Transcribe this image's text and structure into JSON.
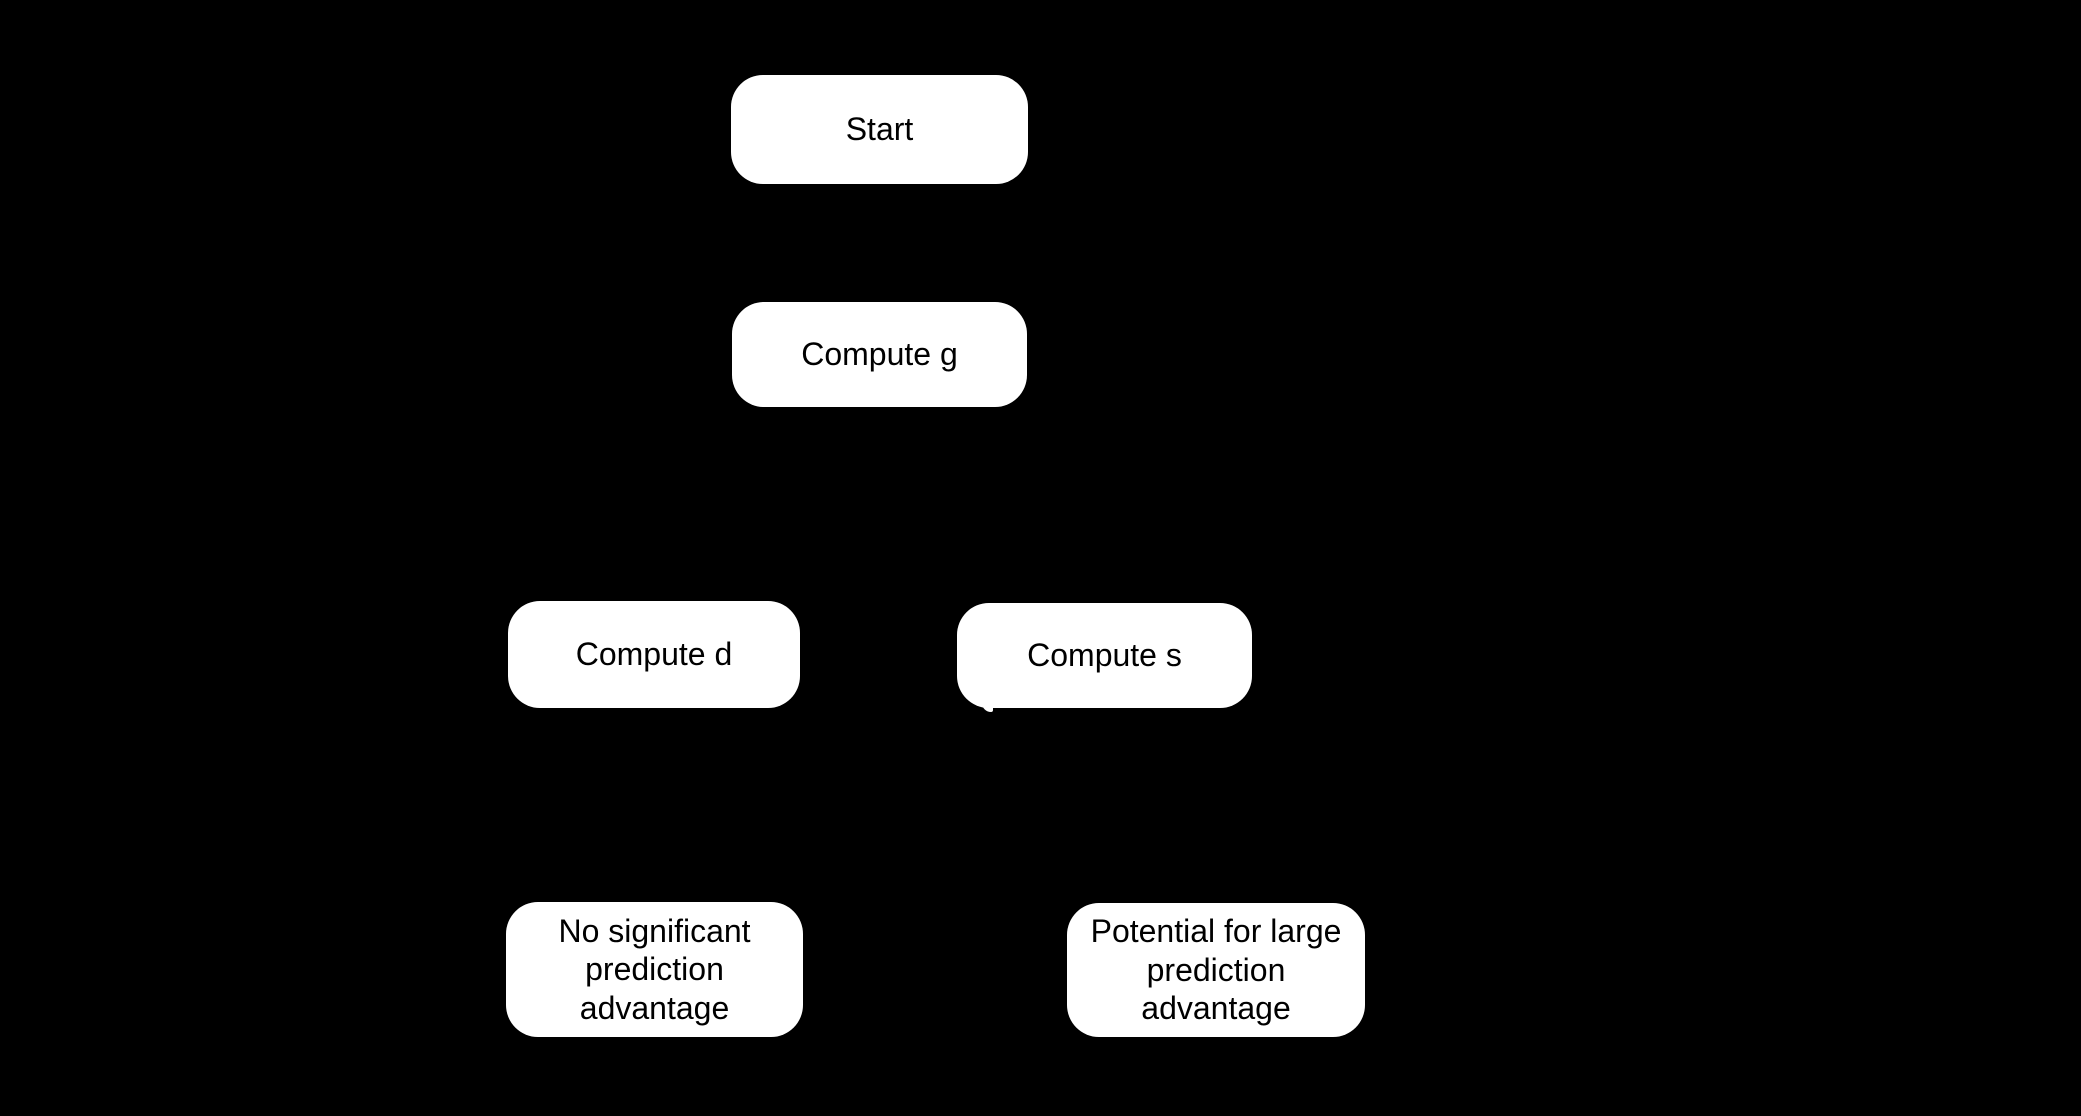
{
  "diagram": {
    "type": "flowchart",
    "background_color": "#000000",
    "node_fill_color": "#ffffff",
    "node_text_color": "#000000",
    "edges_visible": false,
    "nodes": [
      {
        "id": "start",
        "label": "Start"
      },
      {
        "id": "compute-g",
        "label": "Compute g"
      },
      {
        "id": "compute-d",
        "label": "Compute d"
      },
      {
        "id": "compute-s",
        "label": "Compute s"
      },
      {
        "id": "no-advantage",
        "label": "No significant prediction advantage",
        "lines": [
          "No significant",
          "prediction",
          "advantage"
        ]
      },
      {
        "id": "potential-advantage",
        "label": "Potential for large prediction advantage",
        "lines": [
          "Potential for large",
          "prediction",
          "advantage"
        ]
      }
    ]
  }
}
